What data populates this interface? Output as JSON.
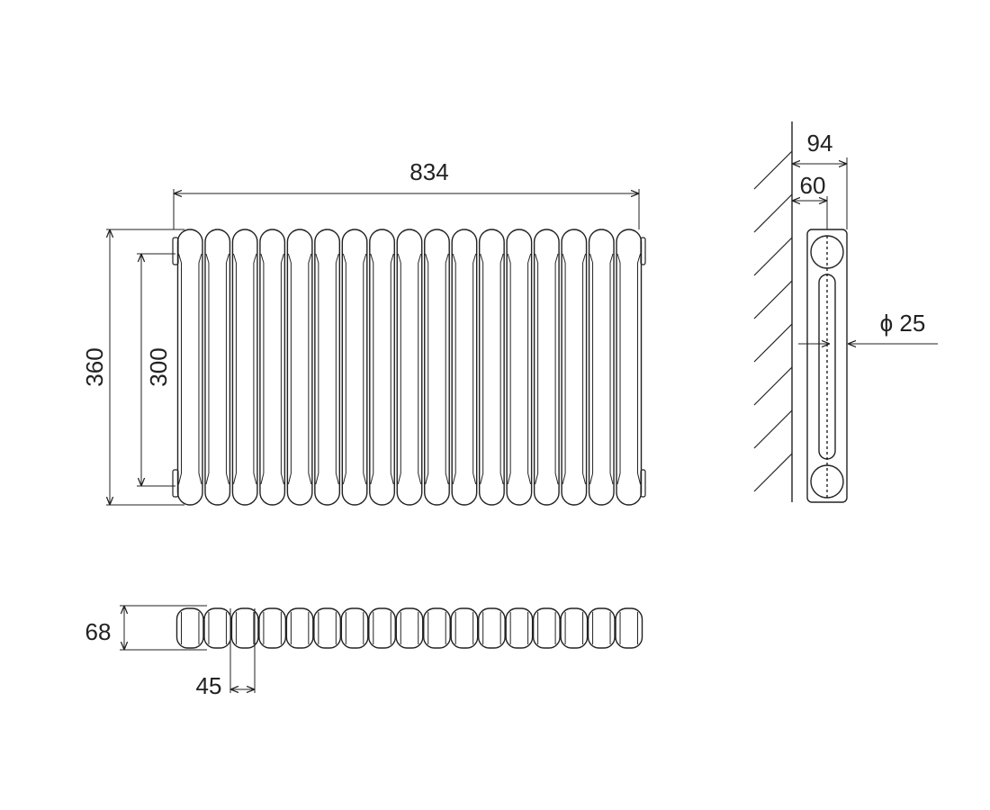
{
  "front_view": {
    "overall_width": "834",
    "overall_height": "360",
    "pipe_centres": "300",
    "columns": 17
  },
  "side_view": {
    "overall_depth": "94",
    "pipe_offset": "60",
    "connection_diameter": "ϕ 25"
  },
  "top_view": {
    "depth": "68",
    "column_pitch": "45"
  },
  "colors": {
    "line": "#222222",
    "background": "#ffffff"
  }
}
